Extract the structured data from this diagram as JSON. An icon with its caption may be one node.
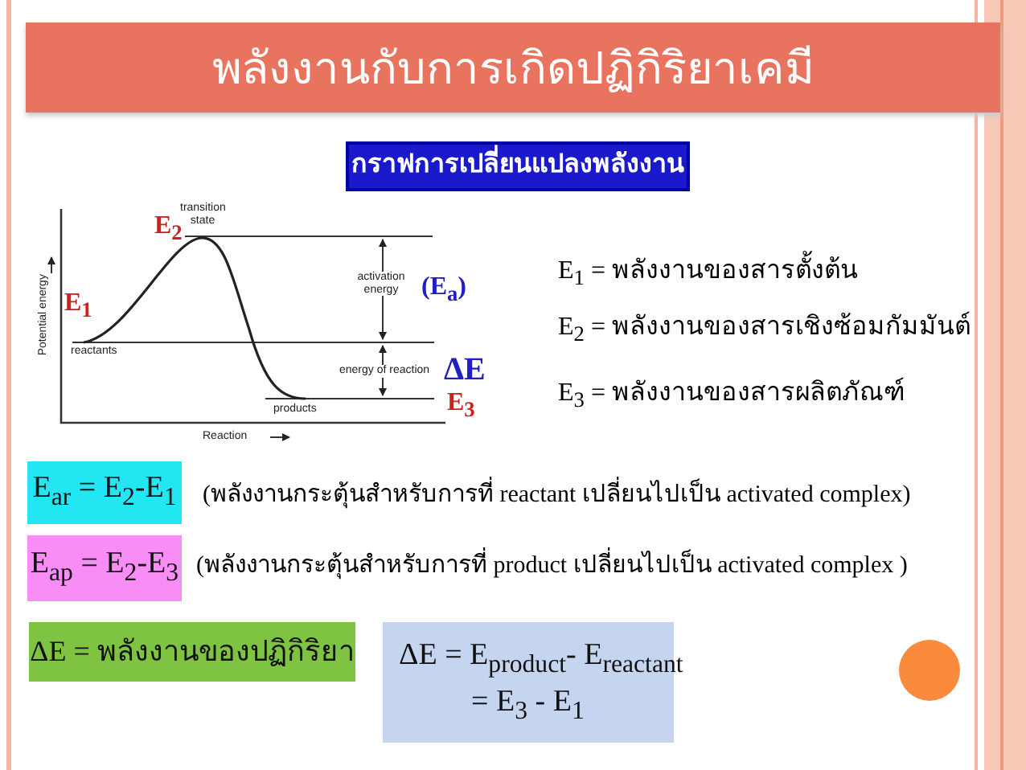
{
  "diagram": {
    "title": "พลังงานกับการเกิดปฏิกิริยาเคมี",
    "nodes": [
      {
        "text": [
          "กราฟการเปลี่ยนแปลงพลังงาน"
        ]
      },
      {
        "text": [
          "E$_{ar}$ = E$_{2}$-E$_{1}$"
        ]
      },
      {
        "text": [
          "E$_{ap}$ = E$_{2}$-E$_{3}$"
        ]
      },
      {
        "text": [
          "ΔE = พลังงานของปฏิกิริยา"
        ]
      },
      {
        "text": [
          "ΔE  =  E$_{product}$- E$_{reactant}$",
          "=  E$_{3}$ - E$_{1}$"
        ]
      }
    ],
    "edges": [],
    "labels": [
      "E$_{2}$",
      "transition state",
      "E$_{1}$",
      "activation energy",
      "(E$_{a}$)",
      "Potential energy",
      "reactants",
      "energy of reaction",
      "ΔE",
      "products",
      "E$_{3}$",
      "Reaction",
      "E$_{1}$ = พลังงานของสารตั้งต้น",
      "E$_{2}$ = พลังงานของสารเชิงซ้อมกัมมันต์",
      "E$_{3}$ = พลังงานของสารผลิตภัณฑ์",
      "(พลังงานกระตุ้นสำหรับการที่ reactant เปลี่ยนไปเป็น activated complex)",
      "(พลังงานกระตุ้นสำหรับการที่ product  เปลี่ยนไปเป็น activated complex )"
    ]
  }
}
